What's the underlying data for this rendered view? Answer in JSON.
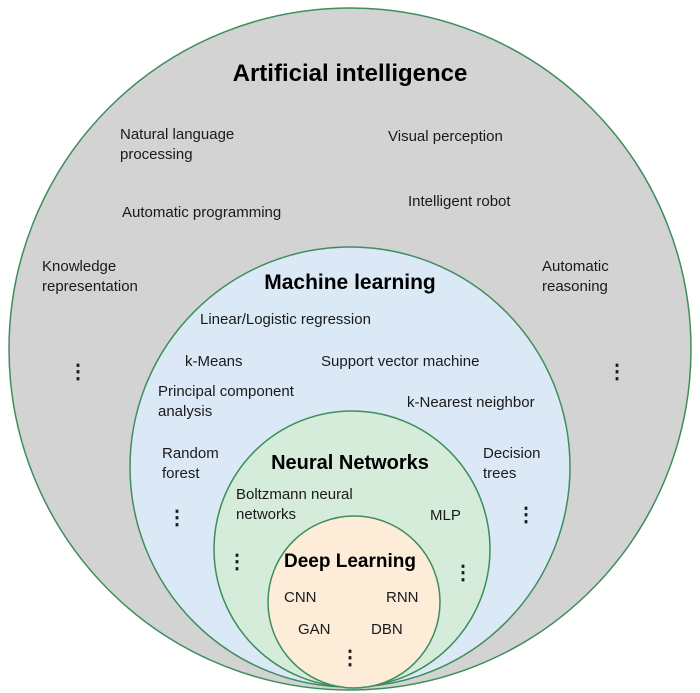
{
  "colors": {
    "stroke": "#3e8e5c",
    "ai_fill": "#d3d3d3",
    "ml_fill": "#dbe8f6",
    "nn_fill": "#d6ecda",
    "dl_fill": "#fcecd8"
  },
  "ai": {
    "title": "Artificial intelligence",
    "nlp": "Natural language processing",
    "visual_perception": "Visual perception",
    "automatic_programming": "Automatic programming",
    "intelligent_robot": "Intelligent robot",
    "knowledge_representation": "Knowledge representation",
    "automatic_reasoning": "Automatic reasoning",
    "ellipsis": "⋮"
  },
  "ml": {
    "title": "Machine learning",
    "linear_logistic_regression": "Linear/Logistic regression",
    "k_means": "k-Means",
    "support_vector_machine": "Support vector machine",
    "principal_component_analysis": "Principal component analysis",
    "k_nearest_neighbor": "k-Nearest neighbor",
    "random_forest": "Random forest",
    "decision_trees": "Decision trees",
    "ellipsis": "⋮"
  },
  "nn": {
    "title": "Neural Networks",
    "boltzmann_neural_networks": "Boltzmann neural networks",
    "mlp": "MLP",
    "ellipsis": "⋮"
  },
  "dl": {
    "title": "Deep Learning",
    "cnn": "CNN",
    "rnn": "RNN",
    "gan": "GAN",
    "dbn": "DBN",
    "ellipsis": "⋮"
  }
}
